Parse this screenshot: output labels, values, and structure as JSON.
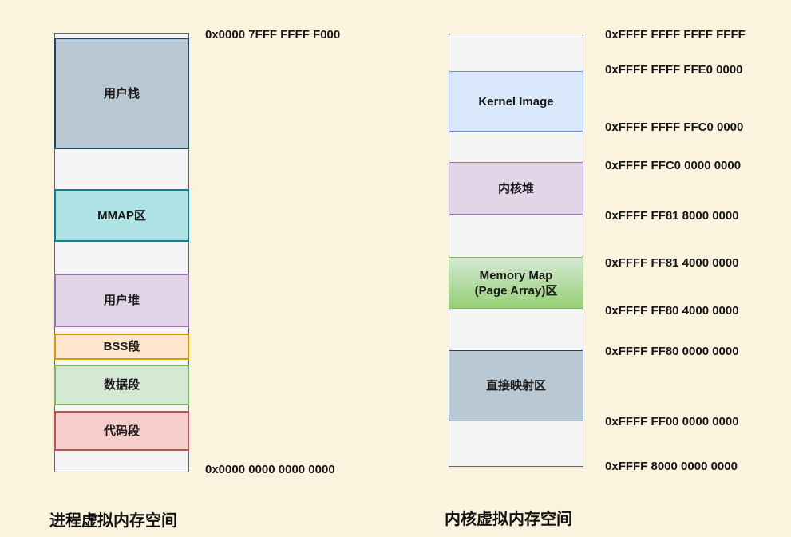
{
  "page": {
    "background": "#FCF3DF"
  },
  "process_space": {
    "title": "进程虚拟内存空间",
    "top_address": "0x0000 7FFF FFFF F000",
    "bottom_address": "0x0000 0000 0000 0000",
    "segments": [
      {
        "label": "用户栈",
        "fill": "#BAC8D3",
        "stroke": "#23445D"
      },
      {
        "label": "MMAP区",
        "fill": "#B0E3E6",
        "stroke": "#0E8088"
      },
      {
        "label": "用户堆",
        "fill": "#E1D5E7",
        "stroke": "#9673A6"
      },
      {
        "label": "BSS段",
        "fill": "#FFE6CC",
        "stroke": "#D79B00"
      },
      {
        "label": "数据段",
        "fill": "#D5E8D4",
        "stroke": "#82B366"
      },
      {
        "label": "代码段",
        "fill": "#F8CECC",
        "stroke": "#B85450"
      }
    ]
  },
  "kernel_space": {
    "title": "内核虚拟内存空间",
    "segments": [
      {
        "label": "Kernel Image",
        "fill": "#DAE8FC",
        "stroke": "#6C8EBF"
      },
      {
        "label": "内核堆",
        "fill": "#E1D5E7",
        "stroke": "#9673A6"
      },
      {
        "label_line1": "Memory Map",
        "label_line2": "(Page Array)区",
        "fill_top": "#D5E8D4",
        "fill_bottom": "#97D077",
        "stroke": "#82B366"
      },
      {
        "label": "直接映射区",
        "fill": "#BAC8D3",
        "stroke": "#23445D"
      }
    ],
    "addresses": [
      "0xFFFF FFFF FFFF FFFF",
      "0xFFFF FFFF FFE0 0000",
      "0xFFFF FFFF FFC0 0000",
      "0xFFFF FFC0 0000 0000",
      "0xFFFF FF81 8000 0000",
      "0xFFFF FF81 4000 0000",
      "0xFFFF FF80 4000 0000",
      "0xFFFF FF80 0000 0000",
      "0xFFFF FF00 0000 0000",
      "0xFFFF 8000 0000 0000"
    ]
  }
}
